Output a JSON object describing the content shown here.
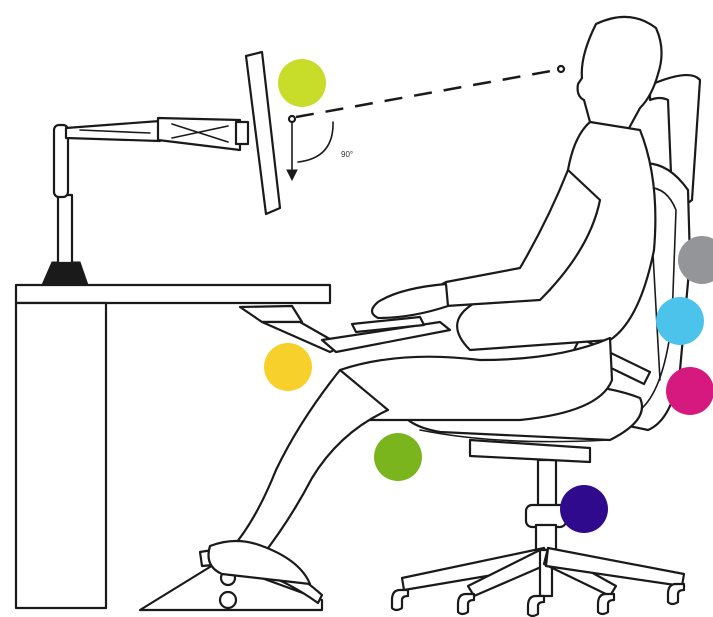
{
  "angle_label": "90°",
  "markers": [
    {
      "name": "monitor-marker",
      "color": "#c8dc2a"
    },
    {
      "name": "keyboard-tray-marker",
      "color": "#f7d02c"
    },
    {
      "name": "seat-depth-marker",
      "color": "#7ab51d"
    },
    {
      "name": "headrest-marker",
      "color": "#939598"
    },
    {
      "name": "lumbar-support-marker",
      "color": "#4cc3ea"
    },
    {
      "name": "armrest-marker",
      "color": "#d6197f"
    },
    {
      "name": "chair-height-marker",
      "color": "#2f0a8c"
    }
  ]
}
